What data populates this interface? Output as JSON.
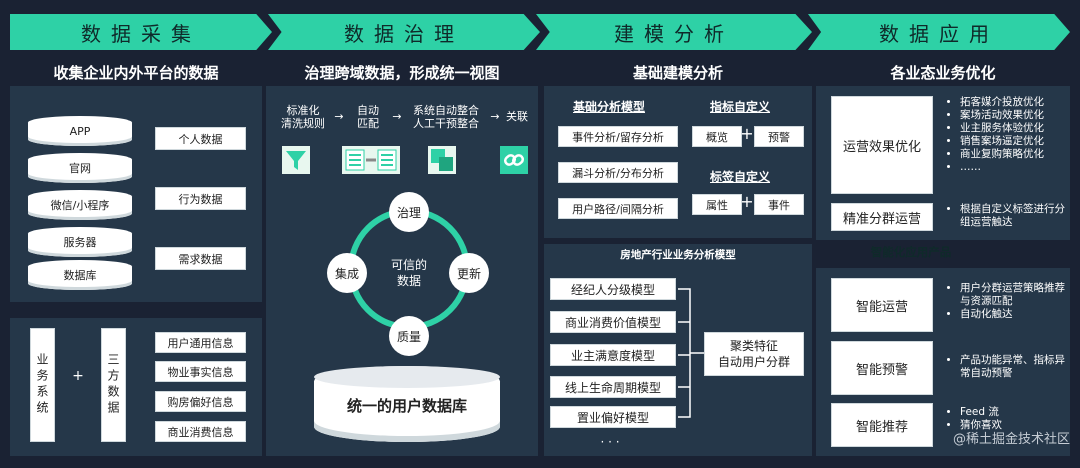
{
  "headers": [
    "数据采集",
    "数据治理",
    "建模分析",
    "数据应用"
  ],
  "col_titles": [
    "收集企业内外平台的数据",
    "治理跨域数据，形成统一视图",
    "基础建模分析",
    "各业态业务优化"
  ],
  "collect": {
    "sources": [
      "APP",
      "官网",
      "微信/小程序",
      "服务器",
      "数据库"
    ],
    "data_types": [
      "个人数据",
      "行为数据",
      "需求数据"
    ],
    "business_system": "业务系统",
    "plus": "+",
    "third_party": "三方数据",
    "info_items": [
      "用户通用信息",
      "物业事实信息",
      "购房偏好信息",
      "商业消费信息"
    ]
  },
  "govern": {
    "steps": [
      "标准化清洗规则",
      "自动匹配",
      "系统自动整合人工干预整合",
      "关联"
    ],
    "step_lines": [
      [
        "标准化",
        "清洗规则"
      ],
      [
        "自动",
        "匹配"
      ],
      [
        "系统自动整合",
        "人工干预整合"
      ],
      [
        "关联"
      ]
    ],
    "arrows": [
      "→",
      "→",
      "→"
    ],
    "cycle_center": [
      "可信的",
      "数据"
    ],
    "cycle_nodes": [
      "治理",
      "更新",
      "质量",
      "集成"
    ],
    "unified_db": "统一的用户数据库",
    "icons": [
      "funnel-icon",
      "match-icon",
      "merge-icon",
      "link-icon"
    ]
  },
  "model": {
    "basic_title": "基础分析模型",
    "basic_items": [
      "事件分析/留存分析",
      "漏斗分析/分布分析",
      "用户路径/间隔分析"
    ],
    "metric_title": "指标自定义",
    "metric_items": [
      "概览",
      "预警"
    ],
    "tag_title": "标签自定义",
    "tag_items": [
      "属性",
      "事件"
    ],
    "plus": "+",
    "realestate_title": "房地产行业业务分析模型",
    "realestate_items": [
      "经纪人分级模型",
      "商业消费价值模型",
      "业主满意度模型",
      "线上生命周期模型",
      "置业偏好模型"
    ],
    "ellipsis": "· · ·",
    "cluster": [
      "聚类特征",
      "自动用户分群"
    ]
  },
  "apply": {
    "effect_label": "运营效果优化",
    "effect_bullets": [
      "拓客媒介投放优化",
      "案场活动效果优化",
      "业主服务体验优化",
      "销售案场逼定优化",
      "商业复购策略优化",
      "……"
    ],
    "segment_label": "精准分群运营",
    "segment_bullets": [
      "根据自定义标签进行分组运营触达"
    ],
    "smart_title": "智能化应用产品",
    "smart_items": [
      {
        "label": "智能运营",
        "bullets": [
          "用户分群运营策略推荐与资源匹配",
          "自动化触达"
        ]
      },
      {
        "label": "智能预警",
        "bullets": [
          "产品功能异常、指标异常自动预警"
        ]
      },
      {
        "label": "智能推荐",
        "bullets": [
          "Feed 流",
          "猜你喜欢"
        ]
      }
    ]
  },
  "footer": "@稀土掘金技术社区",
  "colors": {
    "accent": "#2ed1a6",
    "panel": "#253749",
    "bg": "#1a2233"
  }
}
